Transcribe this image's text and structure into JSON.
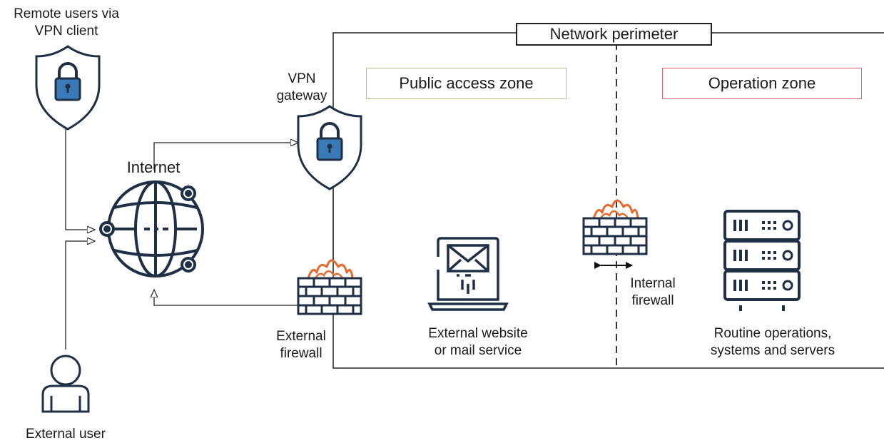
{
  "title": "Network perimeter",
  "zones": {
    "public": "Public access zone",
    "operation": "Operation zone"
  },
  "labels": {
    "remote_users": "Remote users via\nVPN client",
    "vpn_gateway": "VPN\ngateway",
    "internet": "Internet",
    "external_firewall": "External\nfirewall",
    "internal_firewall": "Internal\nfirewall",
    "external_user": "External user",
    "web_mail": "External website\nor mail service",
    "operations": "Routine operations,\nsystems and servers"
  },
  "colors": {
    "line": "#222222",
    "icon_dark": "#1f2f45",
    "lock_fill": "#3a7ab8",
    "flame": "#e8672a",
    "public_border": "#a9c38a",
    "operation_border": "#e0616a"
  },
  "icons": [
    "shield-lock-icon",
    "globe-icon",
    "firewall-icon",
    "user-icon",
    "laptop-mail-icon",
    "server-rack-icon"
  ]
}
